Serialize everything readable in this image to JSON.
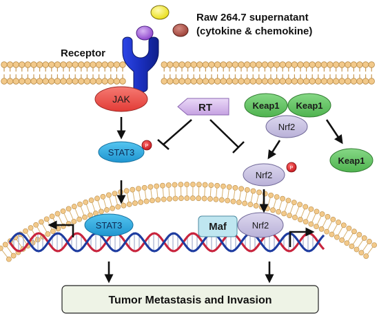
{
  "header": {
    "supernatant_line1": "Raw 264.7 supernatant",
    "supernatant_line2": "(cytokine & chemokine)",
    "receptor_label": "Receptor"
  },
  "nodes": {
    "jak": "JAK",
    "stat3_cytoplasm": "STAT3",
    "rt": "RT",
    "keap1_left": "Keap1",
    "keap1_right": "Keap1",
    "nrf2_complex": "Nrf2",
    "keap1_free": "Keap1",
    "nrf2_phospho": "Nrf2",
    "stat3_nucleus": "STAT3",
    "maf": "Maf",
    "nrf2_nucleus": "Nrf2",
    "phospho_mark_1": "P",
    "phospho_mark_2": "P"
  },
  "outcome": {
    "label": "Tumor Metastasis and Invasion"
  },
  "colors": {
    "membrane": "#f2c98a",
    "receptor": "#1f35c8",
    "jak": "#f05a55",
    "stat3": "#29a9e1",
    "rt": "#c9a8e3",
    "keap1": "#62c462",
    "nrf2": "#c9c3df",
    "maf": "#bfe6f0",
    "phospho": "#e0242a",
    "ligand_yellow": "#f2ea1f",
    "ligand_purple": "#a259d9",
    "ligand_red": "#b0524a",
    "dna_red": "#c8243d",
    "dna_blue": "#1e3ca0",
    "outcome_box": "#eef3e6"
  }
}
